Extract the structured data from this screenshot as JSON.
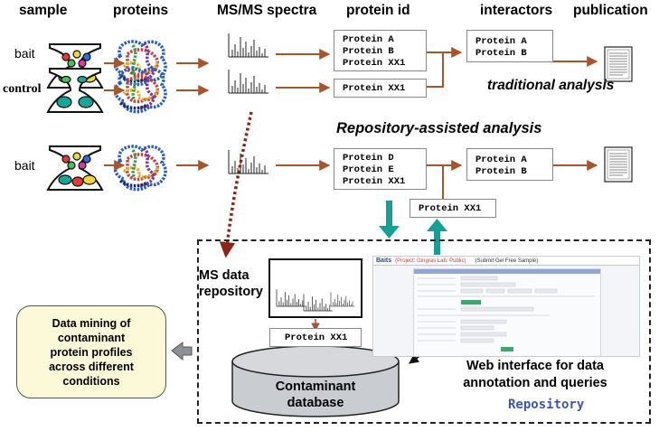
{
  "headers": {
    "sample": "sample",
    "proteins": "proteins",
    "spectra": "MS/MS spectra",
    "protein_id": "protein id",
    "interactors": "interactors",
    "publication": "publication"
  },
  "rows": {
    "bait_label": "bait",
    "control_label": "control",
    "bait2_label": "bait"
  },
  "traditional": {
    "title": "traditional analysis",
    "bait_ids": [
      "Protein A",
      "Protein B",
      "Protein XX1"
    ],
    "control_ids": [
      "Protein XX1"
    ],
    "interactors": [
      "Protein A",
      "Protein B"
    ]
  },
  "repository_assisted": {
    "title": "Repository-assisted analysis",
    "bait_ids": [
      "Protein D",
      "Protein E",
      "Protein XX1"
    ],
    "interactors": [
      "Protein A",
      "Protein B"
    ],
    "filtered": "Protein XX1"
  },
  "repository": {
    "ms_label_line1": "MS data",
    "ms_label_line2": "repository",
    "contaminant_protein": "Protein XX1",
    "database_line1": "Contaminant",
    "database_line2": "database",
    "web_line1": "Web interface for data",
    "web_line2": "annotation and queries",
    "name": "Repository",
    "web_title": "Baits",
    "web_sub": "(Project: Gingras Lab: Public)",
    "web_col": "(Submit Gel Free Sample)"
  },
  "mining": {
    "text_line1": "Data mining of",
    "text_line2": "contaminant",
    "text_line3": "protein profiles",
    "text_line4": "across different",
    "text_line5": "conditions"
  },
  "colors": {
    "flow_arrow": "#a9552b",
    "dotted_arrow": "#8b2416",
    "teal_arrow": "#179f96",
    "repository_text": "#3f55a8",
    "mining_fill": "#fbf9d8",
    "database_fill": "#c9ccd1"
  },
  "icons": [
    "sample-tube-icon",
    "protein-mixture-icon",
    "spectrum-icon",
    "publication-page-icon"
  ]
}
